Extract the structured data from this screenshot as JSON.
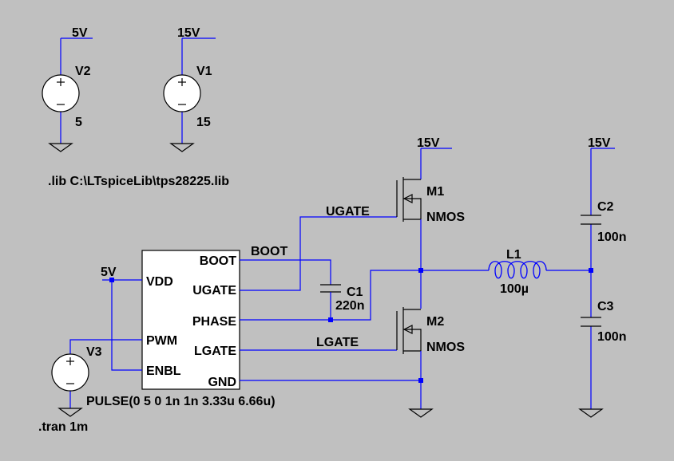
{
  "directives": {
    "lib": ".lib C:\\LTspiceLib\\tps28225.lib",
    "tran": ".tran 1m"
  },
  "sources": {
    "v2": {
      "name": "V2",
      "value": "5",
      "net": "5V"
    },
    "v1": {
      "name": "V1",
      "value": "15",
      "net": "15V"
    },
    "v3": {
      "name": "V3",
      "value": "PULSE(0 5 0 1n 1n 3.33u 6.66u)"
    }
  },
  "ic": {
    "pins": {
      "vdd": "VDD",
      "pwm": "PWM",
      "enbl": "ENBL",
      "boot": "BOOT",
      "ugate": "UGATE",
      "phase": "PHASE",
      "lgate": "LGATE",
      "gnd": "GND"
    }
  },
  "nets": {
    "vdd": "5V",
    "m1_drain": "15V",
    "output_top": "15V",
    "boot": "BOOT",
    "ugate": "UGATE",
    "lgate": "LGATE"
  },
  "components": {
    "m1": {
      "name": "M1",
      "model": "NMOS"
    },
    "m2": {
      "name": "M2",
      "model": "NMOS"
    },
    "c1": {
      "name": "C1",
      "value": "220n"
    },
    "c2": {
      "name": "C2",
      "value": "100n"
    },
    "c3": {
      "name": "C3",
      "value": "100n"
    },
    "l1": {
      "name": "L1",
      "value": "100µ"
    }
  },
  "colors": {
    "background": "#c0c0c0",
    "wire": "#0000ff",
    "symbol": "#000000"
  }
}
